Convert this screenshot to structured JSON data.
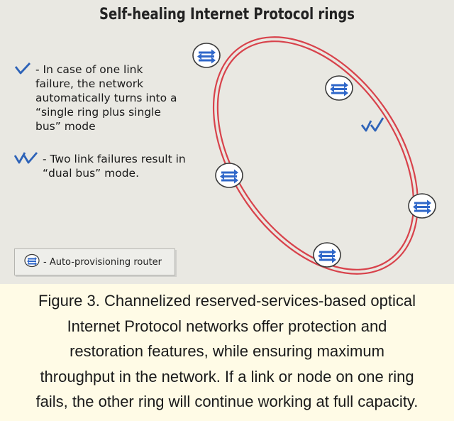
{
  "figure": {
    "title": "Self-healing Internet Protocol rings",
    "note_single_failure": "- In case of one link failure, the network automatically turns into a “single ring plus single bus” mode",
    "note_dual_failure": "- Two link failures result in “dual bus” mode.",
    "legend_label": "- Auto-provisioning router",
    "icons": {
      "single_check": "single-check-icon",
      "double_check": "double-check-icon",
      "router": "router-icon"
    },
    "colors": {
      "ring": "#d8424b",
      "check": "#2e63b8",
      "router_arrows": "#2f67c9",
      "background": "#e9e8e2",
      "caption_background": "#fffbe6"
    }
  },
  "caption": {
    "line1": "Figure 3. Channelized reserved-services-based optical",
    "line2": "Internet Protocol networks offer protection and",
    "line3": "restoration features, while ensuring maximum",
    "line4": "throughput in the network. If a link or node on one ring",
    "line5": "fails, the other ring will continue working at full capacity."
  }
}
